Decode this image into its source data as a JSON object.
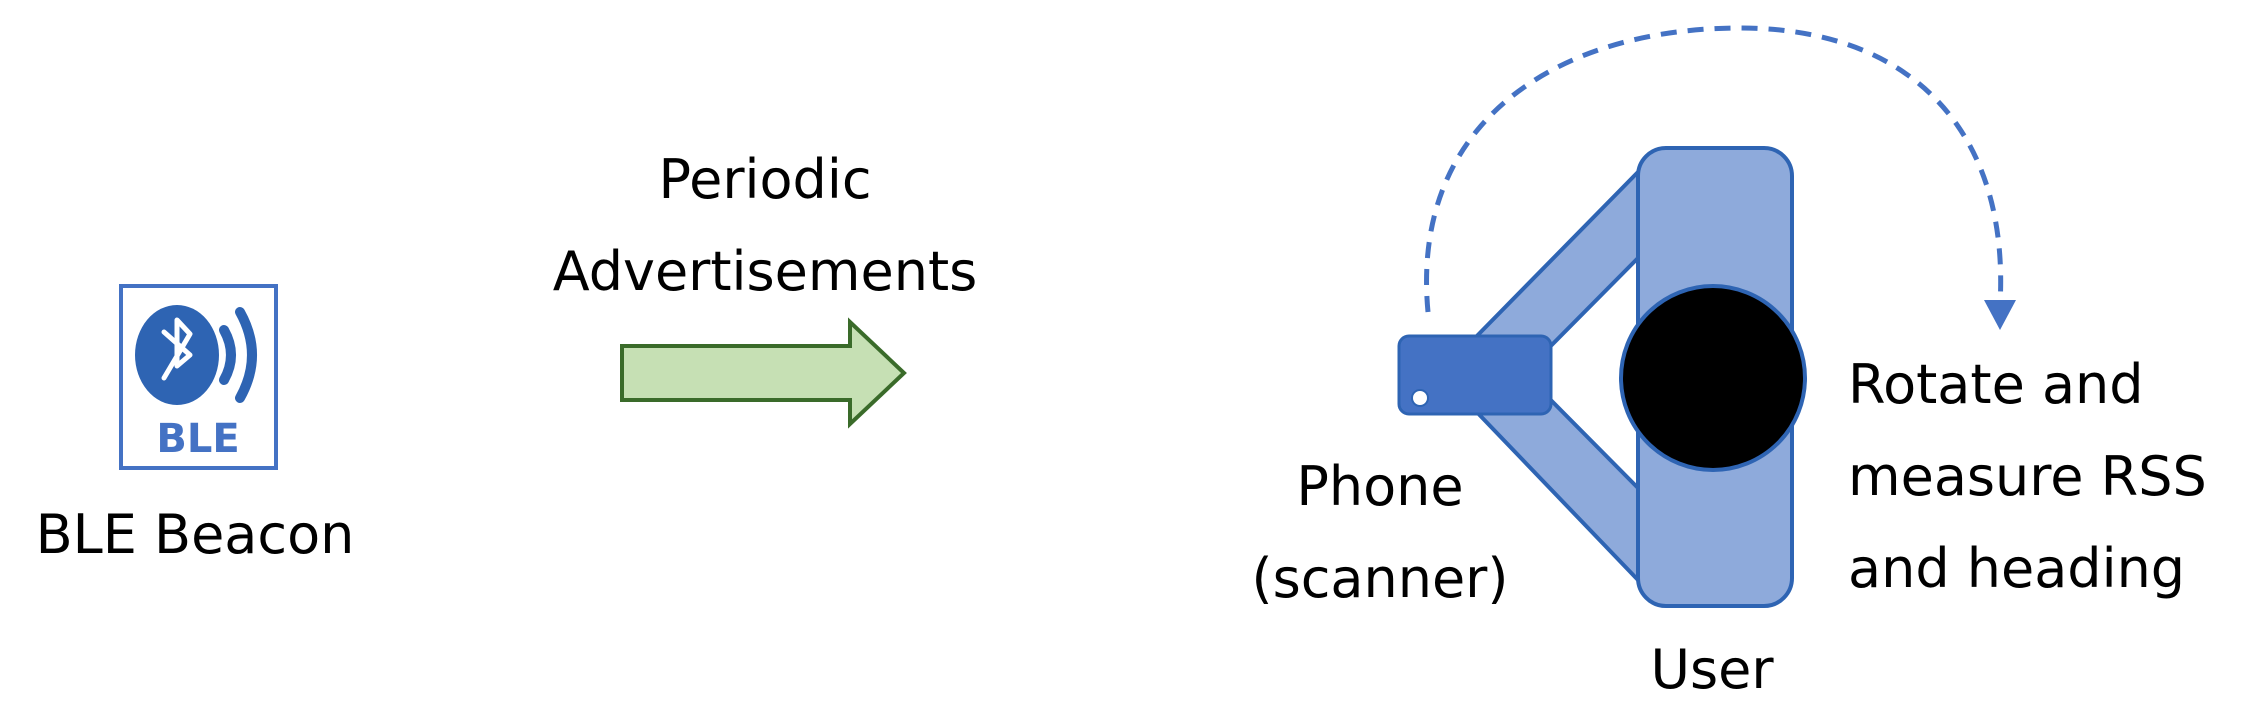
{
  "colors": {
    "blue_dark": "#2e64b3",
    "blue_fill": "#4472c4",
    "blue_light": "#8eaadb",
    "arrow_fill": "#c6e0b4",
    "arrow_stroke": "#3a6b2a",
    "head": "#000000"
  },
  "beacon": {
    "icon": "bluetooth-icon",
    "badge": "BLE",
    "label": "BLE Beacon"
  },
  "advert": {
    "line1": "Periodic",
    "line2": "Advertisements"
  },
  "phone": {
    "line1": "Phone",
    "line2": "(scanner)"
  },
  "user": {
    "label": "User"
  },
  "rotate": {
    "line1": "Rotate and",
    "line2": "measure RSS",
    "line3": "and heading"
  }
}
